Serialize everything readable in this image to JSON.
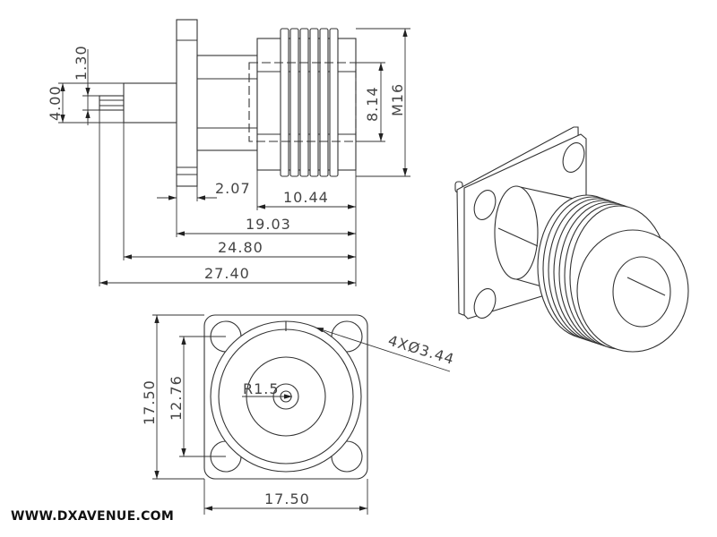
{
  "side_view": {
    "pin_dia": "1.30",
    "shaft_dia": "4.00",
    "inner_dia": "8.14",
    "thread": "M16",
    "flange_thickness": "2.07",
    "nut_length": "10.44",
    "flange_to_end": "19.03",
    "shaft_to_end": "24.80",
    "overall_length": "27.40"
  },
  "front_view": {
    "width": "17.50",
    "height": "17.50",
    "hole_spacing": "12.76",
    "center_radius": "R1.5",
    "holes": "4XØ3.44"
  },
  "watermark": "WWW.DXAVENUE.COM"
}
